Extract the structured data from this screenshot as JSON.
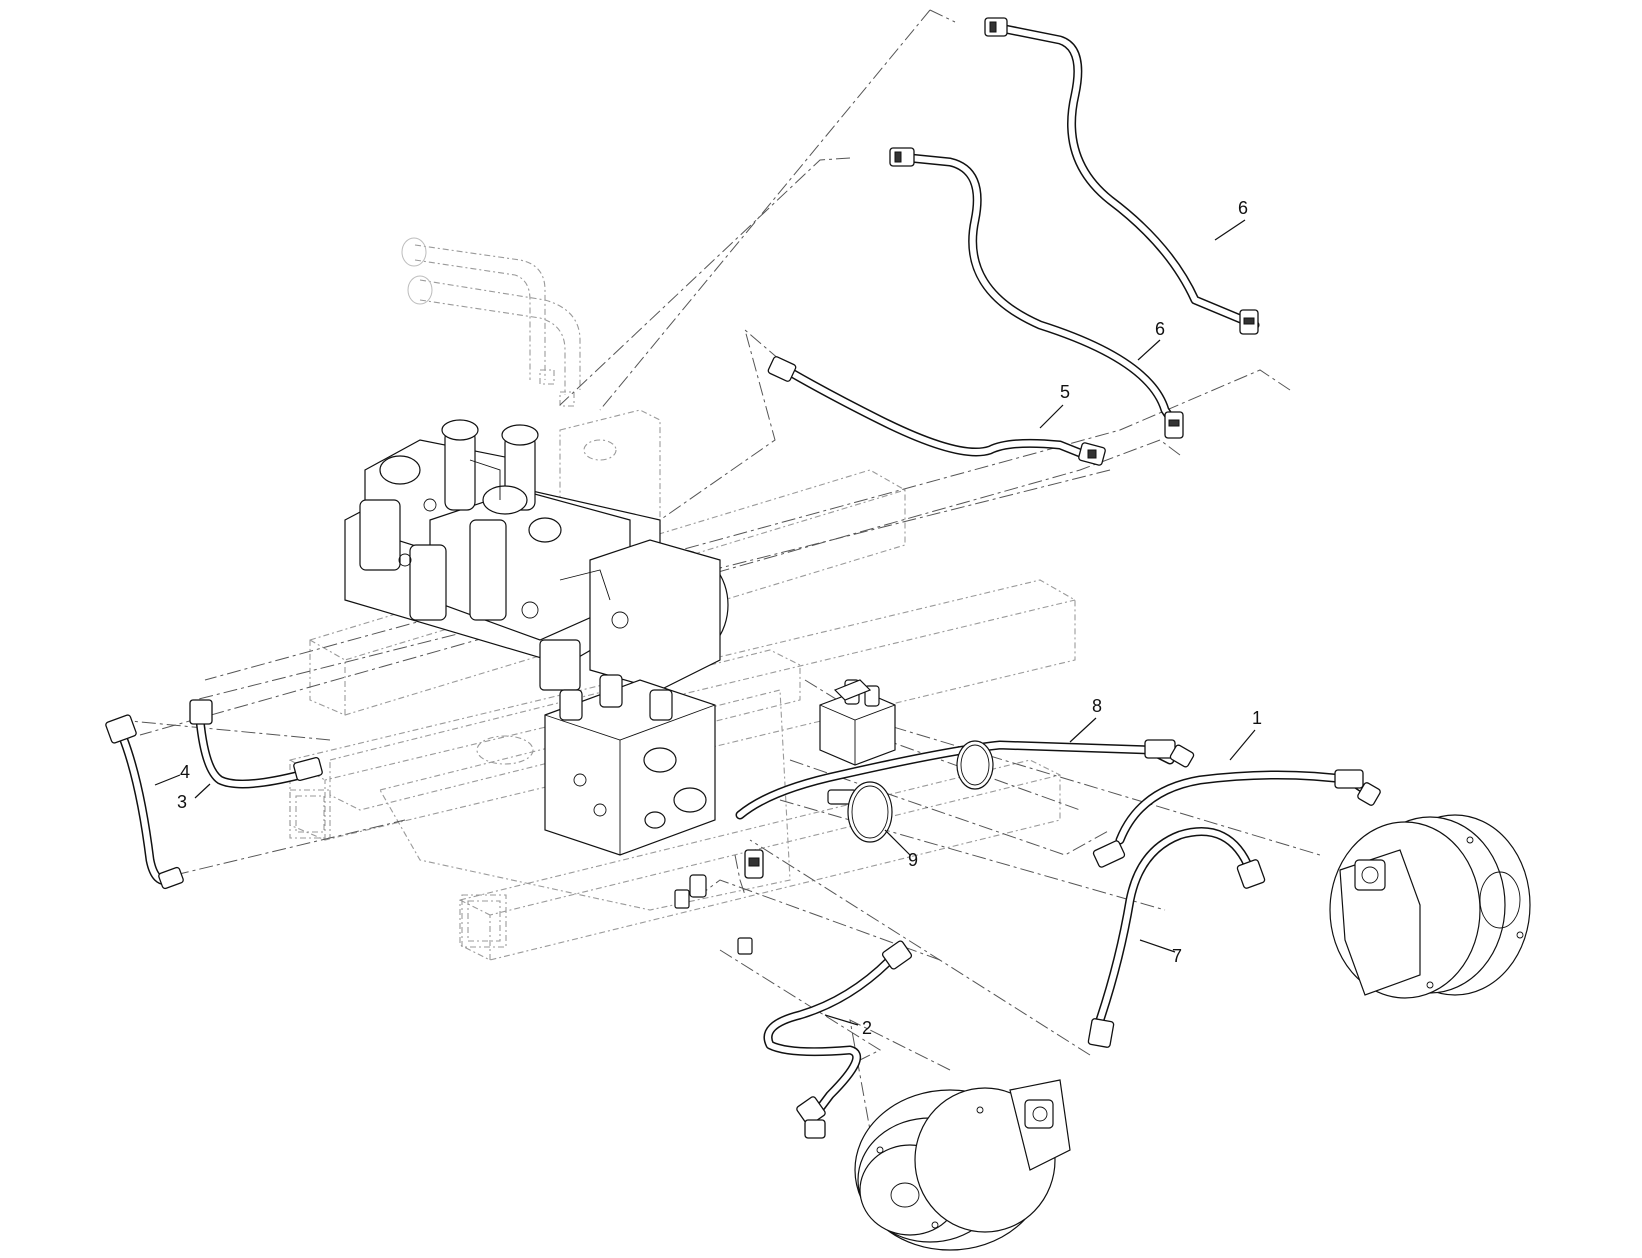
{
  "callouts": [
    {
      "id": "c1",
      "text": "1"
    },
    {
      "id": "c2",
      "text": "2"
    },
    {
      "id": "c3",
      "text": "3"
    },
    {
      "id": "c4",
      "text": "4"
    },
    {
      "id": "c5",
      "text": "5"
    },
    {
      "id": "c6a",
      "text": "6"
    },
    {
      "id": "c6b",
      "text": "6"
    },
    {
      "id": "c7",
      "text": "7"
    },
    {
      "id": "c8",
      "text": "8"
    },
    {
      "id": "c9",
      "text": "9"
    }
  ],
  "icons": {
    "pump": "hydraulic-pump-assembly",
    "manifold": "valve-manifold",
    "motor": "wheel-drive-motor",
    "frame": "chassis-frame"
  }
}
